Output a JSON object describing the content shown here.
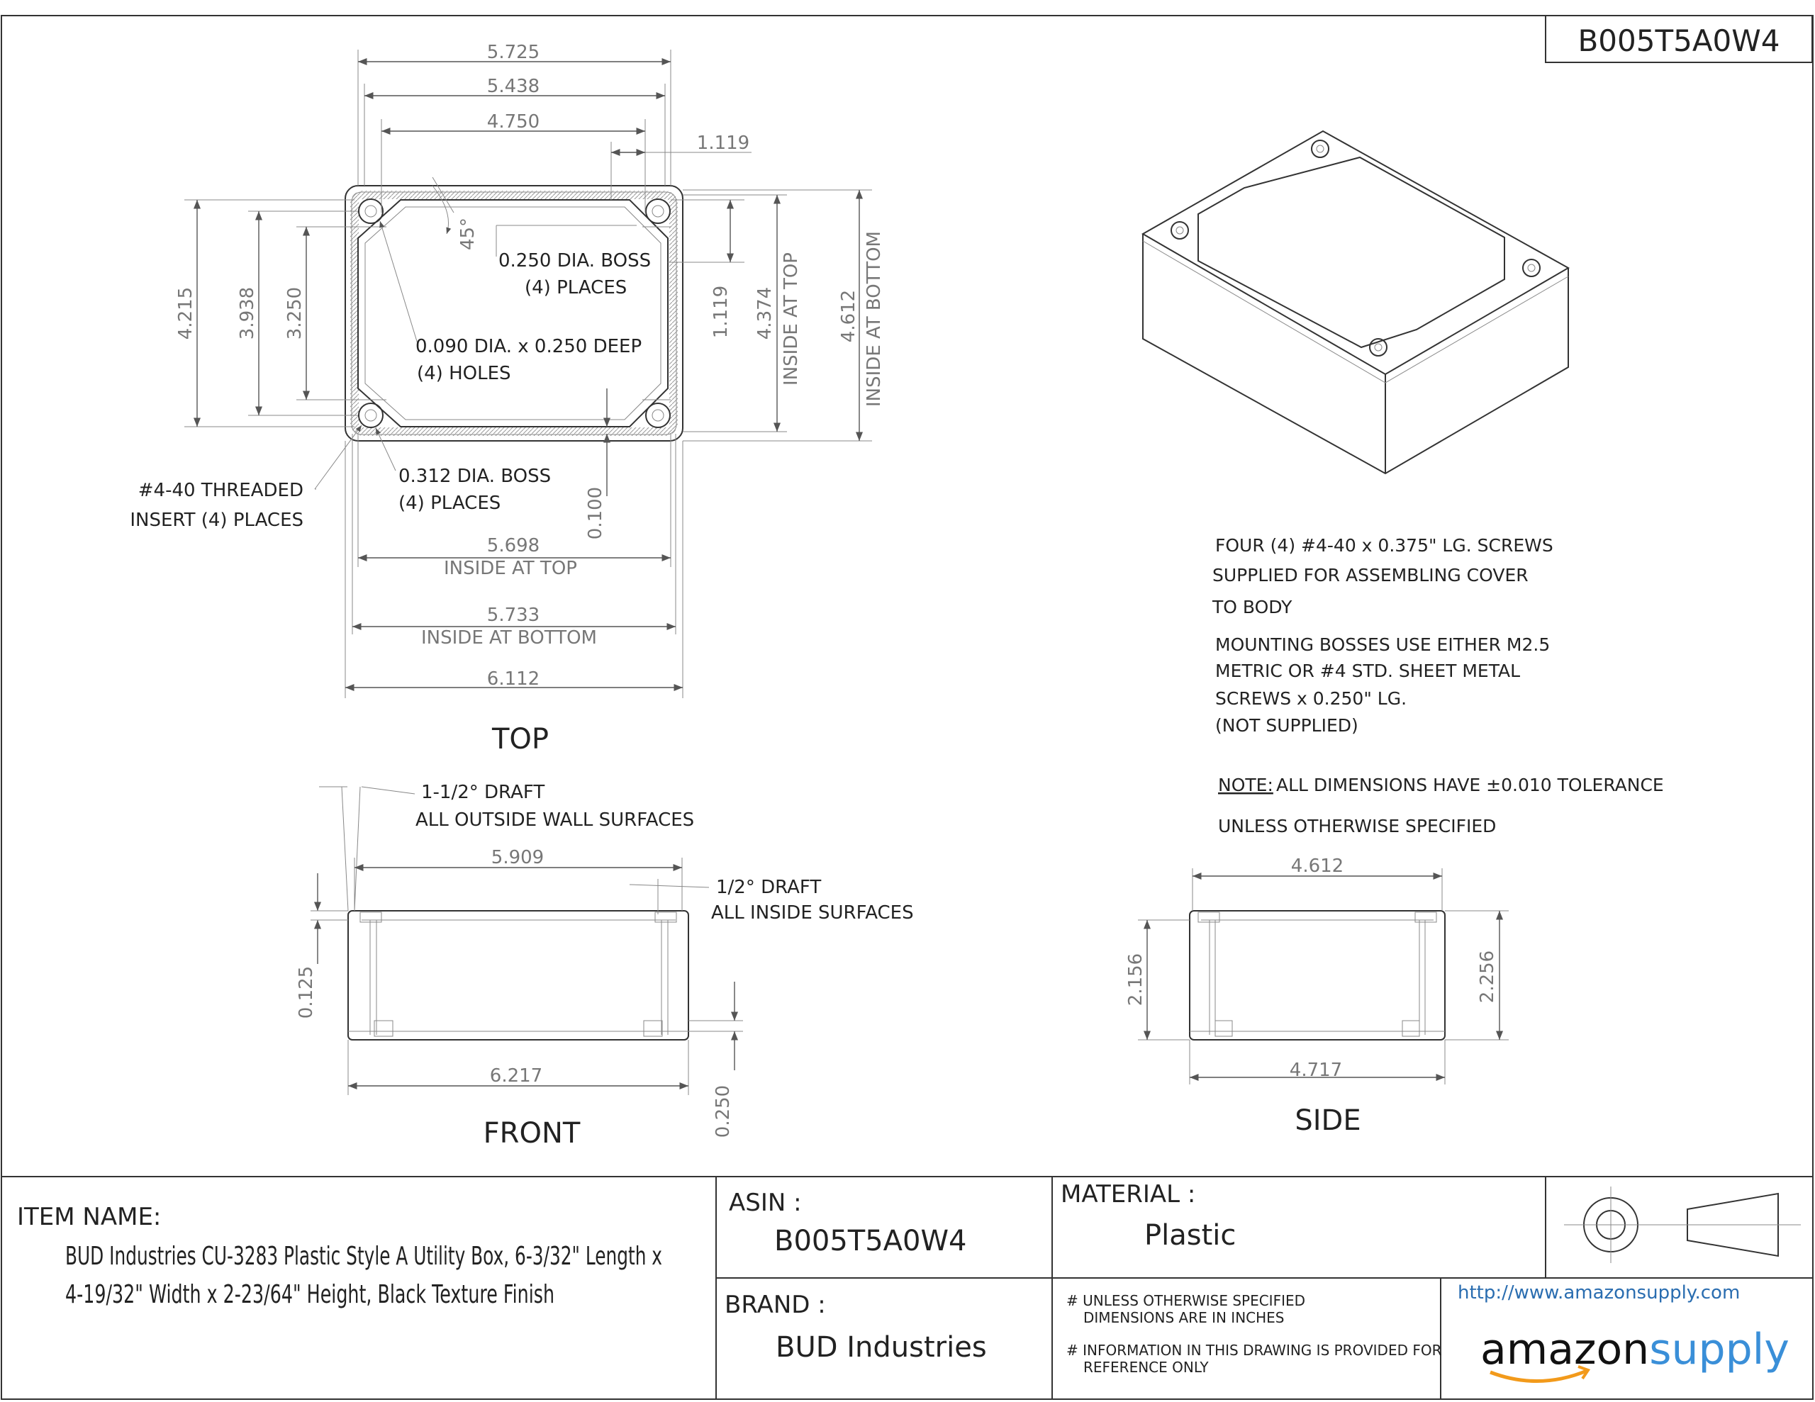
{
  "part_number": "B005T5A0W4",
  "top_view": {
    "title": "TOP",
    "dims": {
      "w_5725": "5.725",
      "w_5438": "5.438",
      "w_4750": "4.750",
      "w_1119": "1.119",
      "h_4215": "4.215",
      "h_3938": "3.938",
      "h_3250": "3.250",
      "h_1119": "1.119",
      "h_4374": "4.374",
      "h_4374_sub": "INSIDE AT TOP",
      "h_4612": "4.612",
      "h_4612_sub": "INSIDE AT BOTTOM",
      "angle": "45°",
      "v_0100": "0.100",
      "w_5698": "5.698",
      "w_5698_sub": "INSIDE AT TOP",
      "w_5733": "5.733",
      "w_5733_sub": "INSIDE AT BOTTOM",
      "w_6112": "6.112"
    },
    "callouts": {
      "boss_250_line1": "0.250 DIA. BOSS",
      "boss_250_line2": "(4) PLACES",
      "hole_line1": "0.090 DIA. x 0.250 DEEP",
      "hole_line2": "(4) HOLES",
      "boss_312_line1": "0.312 DIA. BOSS",
      "boss_312_line2": "(4) PLACES",
      "insert_line1": "#4-40 THREADED",
      "insert_line2": "INSERT (4) PLACES"
    }
  },
  "front_view": {
    "title": "FRONT",
    "dims": {
      "w_5909": "5.909",
      "w_6217": "6.217",
      "v_0125": "0.125",
      "v_0250": "0.250"
    },
    "callouts": {
      "outside_line1": "1-1/2° DRAFT",
      "outside_line2": "ALL OUTSIDE WALL SURFACES",
      "inside_line1": "1/2° DRAFT",
      "inside_line2": "ALL INSIDE SURFACES"
    }
  },
  "side_view": {
    "title": "SIDE",
    "dims": {
      "w_4612": "4.612",
      "w_4717": "4.717",
      "h_2156": "2.156",
      "h_2256": "2.256"
    }
  },
  "notes": {
    "screws_line1": "FOUR (4) #4-40 x 0.375\" LG. SCREWS",
    "screws_line2": "SUPPLIED FOR ASSEMBLING COVER",
    "screws_line3": "TO BODY",
    "bosses_line1": "MOUNTING BOSSES USE EITHER M2.5",
    "bosses_line2": "METRIC OR #4 STD. SHEET METAL",
    "bosses_line3": "SCREWS x 0.250\" LG.",
    "bosses_line4": "(NOT SUPPLIED)",
    "tolerance_prefix": "NOTE:",
    "tolerance_line1": "ALL DIMENSIONS HAVE ±0.010 TOLERANCE",
    "tolerance_line2": "UNLESS OTHERWISE SPECIFIED"
  },
  "title_block": {
    "item_name_label": "ITEM NAME:",
    "item_name_line1": "BUD Industries CU-3283 Plastic Style A Utility Box, 6-3/32\" Length x",
    "item_name_line2": "4-19/32\" Width x 2-23/64\" Height, Black Texture Finish",
    "asin_label": "ASIN :",
    "asin_value": "B005T5A0W4",
    "brand_label": "BRAND :",
    "brand_value": "BUD Industries",
    "material_label": "MATERIAL :",
    "material_value": "Plastic",
    "disclaimer1_line1": "# UNLESS OTHERWISE SPECIFIED",
    "disclaimer1_line2": "DIMENSIONS ARE IN INCHES",
    "disclaimer2_line1": "# INFORMATION IN THIS DRAWING IS PROVIDED FOR",
    "disclaimer2_line2": "REFERENCE ONLY",
    "url": "http://www.amazonsupply.com",
    "logo_word1": "amazon",
    "logo_word2": "supply"
  }
}
